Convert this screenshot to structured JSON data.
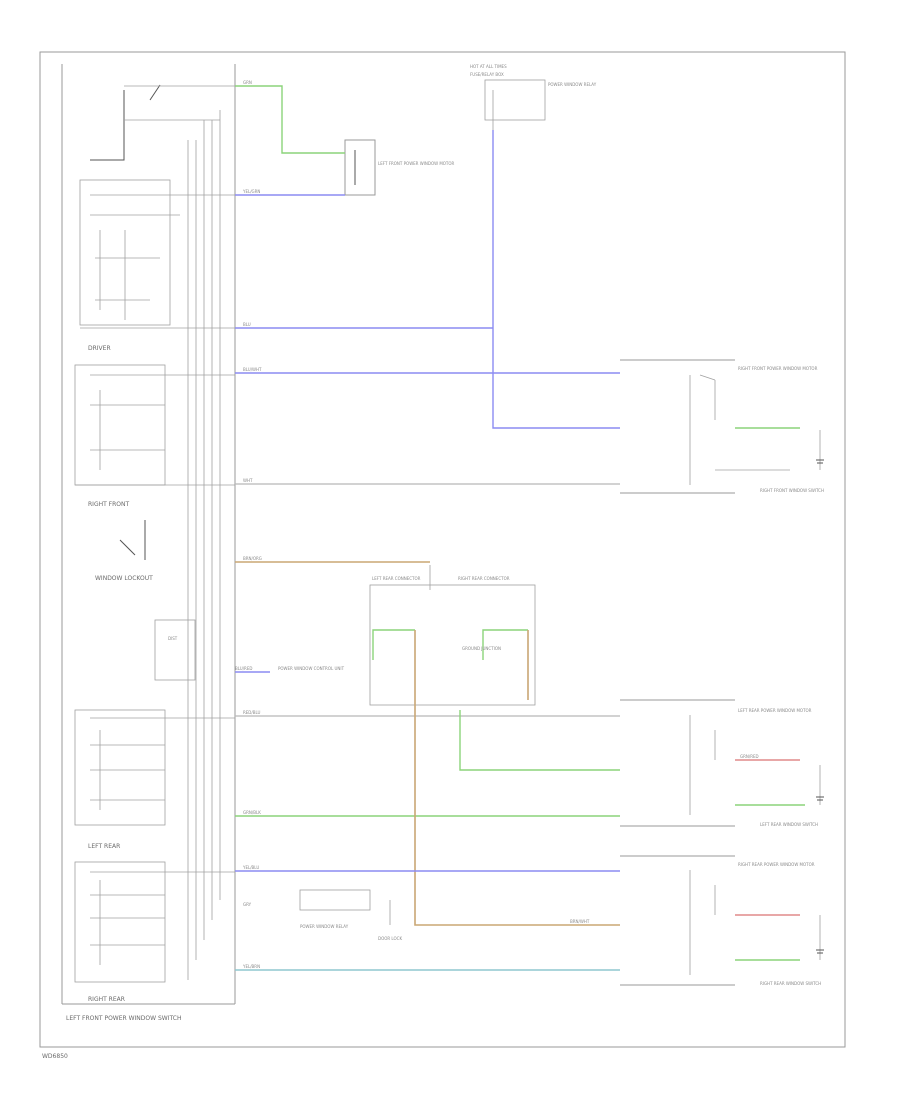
{
  "diagram": {
    "footer_code": "WD6850",
    "colors": {
      "green": "#8cd47a",
      "blue": "#8b8bf2",
      "tan": "#caa774",
      "teal": "#8fc7cf",
      "grey": "#b8b8b8",
      "red": "#e08a8a"
    },
    "labels": {
      "driver": "DRIVER",
      "right_front": "RIGHT FRONT",
      "window_lockout": "WINDOW LOCKOUT",
      "left_rear": "LEFT REAR",
      "right_rear": "RIGHT REAR",
      "master_switch": "LEFT FRONT POWER WINDOW SWITCH",
      "lf_motor": "LEFT FRONT POWER WINDOW MOTOR",
      "hot_at_all_times": "HOT AT ALL TIMES",
      "fuse_note": "FUSE/RELAY BOX",
      "power_window_relay": "POWER WINDOW RELAY",
      "rf_motor": "RIGHT FRONT POWER WINDOW MOTOR",
      "rf_switch": "RIGHT FRONT WINDOW SWITCH",
      "lr_motor": "LEFT REAR POWER WINDOW MOTOR",
      "lr_switch": "LEFT REAR WINDOW SWITCH",
      "rr_motor": "RIGHT REAR POWER WINDOW MOTOR",
      "rr_switch": "RIGHT REAR WINDOW SWITCH",
      "left_rear_conn": "LEFT REAR CONNECTOR",
      "right_rear_conn": "RIGHT REAR CONNECTOR",
      "ground_junction": "GROUND JUNCTION",
      "power_window_control": "POWER WINDOW CONTROL UNIT",
      "power_window_relay_lower": "POWER WINDOW RELAY",
      "door_lock": "DOOR LOCK",
      "ground": "GROUND",
      "dist": "DIST"
    },
    "wires": {
      "w1": "GRN",
      "w2": "YEL/GRN",
      "w3": "BLU",
      "w4": "BLU/WHT",
      "w5": "WHT",
      "w6": "BRN/ORG",
      "w7": "BLU/RED",
      "w8": "RED/BLU",
      "w9": "GRN/BLK",
      "w10": "YEL/BLU",
      "w11": "GRY",
      "w12": "YEL/BRN",
      "w13": "BRN/WHT",
      "w14": "GRN/RED"
    }
  }
}
